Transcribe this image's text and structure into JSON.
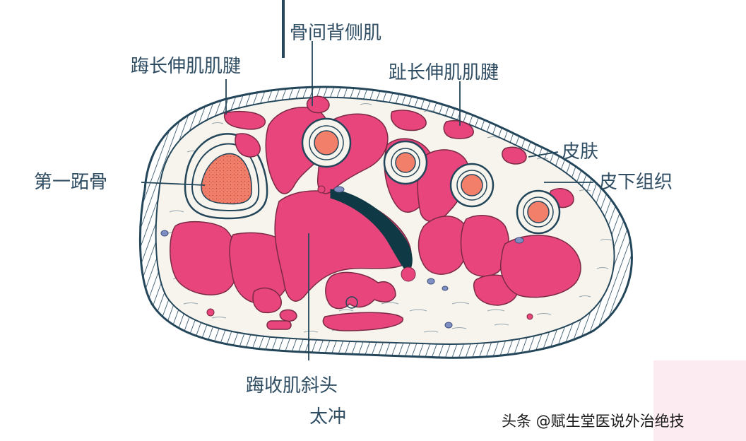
{
  "labels": {
    "interosseous": "骨间背侧肌",
    "ehl_tendon": "踇长伸肌肌腱",
    "edl_tendon": "趾长伸肌肌腱",
    "skin": "皮肤",
    "subcutaneous": "皮下组织",
    "first_metatarsal": "第一跖骨",
    "adductor_oblique": "踇收肌斜头",
    "taichong": "太冲"
  },
  "watermark": "头条 @赋生堂医说外治绝技",
  "colors": {
    "muscle": "#e8457c",
    "muscle_stroke": "#7a2a45",
    "bone": "#f27f6a",
    "outline": "#24465a",
    "skin_fill": "#f5f3ea",
    "label": "#2f4d63",
    "vessel_blue": "#7f8fc4"
  }
}
